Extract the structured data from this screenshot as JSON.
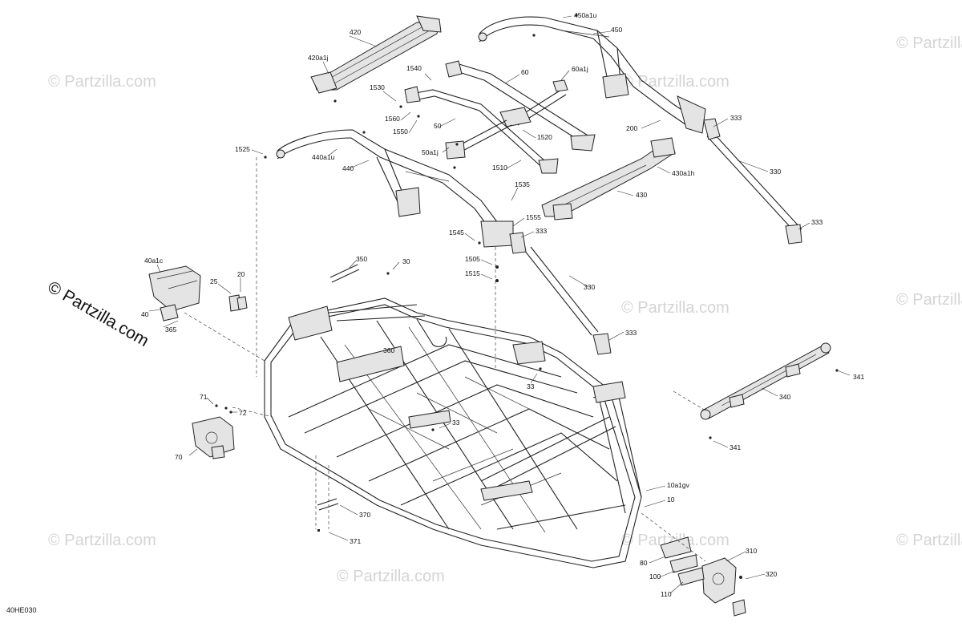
{
  "watermarks": {
    "main": "© Partzilla.com",
    "faint": "© Partzilla.com"
  },
  "diagram_code": "40HE030",
  "callouts": {
    "c420": "420",
    "c420a1j": "420a1j",
    "c450a1u": "450a1u",
    "c450": "450",
    "c1540": "1540",
    "c60": "60",
    "c60a1j": "60a1j",
    "c1530": "1530",
    "c1560": "1560",
    "c1550": "1550",
    "c50": "50",
    "c1520": "1520",
    "c50a1j": "50a1j",
    "c1510": "1510",
    "c200": "200",
    "c333a": "333",
    "c1525": "1525",
    "c440a1u": "440a1u",
    "c440": "440",
    "c430a1h": "430a1h",
    "c330a": "330",
    "c430": "430",
    "c1535": "1535",
    "c333b": "333",
    "c1555": "1555",
    "c1545": "1545",
    "c333c": "333",
    "c40a1c": "40a1c",
    "c350": "350",
    "c30": "30",
    "c1505": "1505",
    "c1515": "1515",
    "c25": "25",
    "c20": "20",
    "c40": "40",
    "c365": "365",
    "c330b": "330",
    "c333d": "333",
    "c360": "360",
    "c33a": "33",
    "c341a": "341",
    "c71": "71",
    "c72": "72",
    "c340": "340",
    "c33b": "33",
    "c70": "70",
    "c341b": "341",
    "c10a1gv": "10a1gv",
    "c10": "10",
    "c370": "370",
    "c371": "371",
    "c310": "310",
    "c80": "80",
    "c320": "320",
    "c100": "100",
    "c110": "110"
  }
}
